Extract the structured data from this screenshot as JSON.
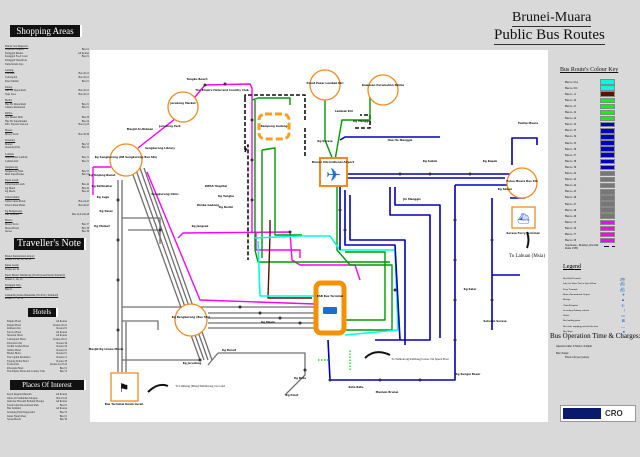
{
  "title": {
    "line1": "Brunei-Muara",
    "line2": "Public Bus Routes"
  },
  "left_panel": {
    "shopping_heading": "Shopping Areas",
    "shopping": [
      {
        "area": "Bandar Seri Begawan:",
        "items": [
          [
            "Yayasan Complex",
            "Bus 01"
          ],
          [
            "Kianggeh Market",
            "All Routes"
          ],
          [
            "Kianggeh Food Court",
            "Bus 01"
          ],
          [
            "Kianggeh Waterfront",
            ""
          ],
          [
            "Tamu Kitani Jaya",
            ""
          ]
        ]
      },
      {
        "area": "Gadong:",
        "items": [
          [
            "The Mall",
            "Bus 20,21"
          ],
          [
            "Centrepoint",
            "Bus 20,21"
          ],
          [
            "Pasar Malam",
            "Bus 01"
          ]
        ]
      },
      {
        "area": "Kiulap:",
        "items": [
          [
            "Hua Ho Department",
            "Bus 20,21"
          ],
          [
            "Supa Save",
            "Bus 20,21"
          ]
        ]
      },
      {
        "area": "Beribi:",
        "items": [
          [
            "Hua Ho Department",
            "Bus 01"
          ],
          [
            "Chinese Restaurant",
            "Bus 01"
          ]
        ]
      },
      {
        "area": "Rimba:",
        "items": [
          [
            "Ace Market Mall",
            "Bus 20"
          ],
          [
            "Hua Ho Supermarket",
            "Bus 24"
          ],
          [
            "KFC Express Seafood",
            "Bus 22,23"
          ]
        ]
      },
      {
        "area": "Muara:",
        "items": [
          [
            "Muara Town",
            "Bus 38,39"
          ]
        ]
      },
      {
        "area": "Jerudong:",
        "items": [
          [
            "Market",
            "Bus 55"
          ],
          [
            "Jerudong Park",
            "Bus 55"
          ]
        ]
      },
      {
        "area": "Lambak:",
        "items": [
          [
            "Supermarket Lambak",
            "Bus 21"
          ],
          [
            "Lambak Kiri",
            "Bus 21"
          ]
        ]
      },
      {
        "area": "Sengkurong:",
        "items": [
          [
            "Sengkurong Mall",
            "Bus 55"
          ],
          [
            "Mini Supermarket",
            "Bus 55"
          ]
        ]
      },
      {
        "area": "Kuala Lurah:",
        "items": [
          [
            "Tamu Kuala Lurah",
            "Bus 42"
          ],
          [
            "Kg Bunut",
            "Bus 42"
          ],
          [
            "Kg Masin",
            "Bus 42"
          ]
        ]
      },
      {
        "area": "Limau Manis:",
        "items": [
          [
            "Tamu Limau Manis",
            "Bus 44,45"
          ],
          [
            "Pasar Limau Manis",
            "Bus 46,47"
          ]
        ]
      },
      {
        "area": "Kg Bengkurong:",
        "items": [
          [
            "Bus Terminal",
            "Bus 42,43,46,48"
          ]
        ]
      },
      {
        "area": "Muara:",
        "items": [
          [
            "Muara Town",
            "Bus 37"
          ],
          [
            "Muara Beach",
            "Bus 38"
          ],
          [
            "Serasa",
            "Bus 39"
          ]
        ]
      }
    ],
    "travellers_heading": "Traveller's Note",
    "notes": [
      {
        "head": "Brunei International Airport:",
        "body": "Routes 23, 24, 34, 36, 38"
      },
      {
        "head": "Kuala Lurah:",
        "body": "Routes 42, 44"
      },
      {
        "head": "Kuala Brunei Temburong (Via Proposed Kuala Terminal):",
        "body": "Routes 1, 1A, 1C"
      },
      {
        "head": "Kianggeh Jetty:",
        "body": "Bus 01"
      },
      {
        "head": "Labuan/Kg Kuala Menunduk (Via Ferry Terminal):",
        "body": "Routes 37, 38, 39"
      }
    ],
    "hotels_heading": "Hotels",
    "hotels": [
      [
        "Empire Hotel",
        "All Routes"
      ],
      [
        "Rizqun Hotel",
        "Routes 20,21"
      ],
      [
        "Radisson Inn",
        "Routes 01"
      ],
      [
        "Terrace Hotel",
        "All Routes"
      ],
      [
        "Sheraton Hotel",
        "All Routes"
      ],
      [
        "Centrepoint Hotel",
        "Routes 20,21"
      ],
      [
        "Riverview Inn",
        "Routes 36"
      ],
      [
        "Orchid Garden Hotel",
        "Routes 20"
      ],
      [
        "Jubilee Hotel",
        "Routes 01"
      ],
      [
        "Brunei Hotel",
        "Routes 01"
      ],
      [
        "The Capital Residence",
        "Routes 21"
      ],
      [
        "Tanjong Pelita Hotel",
        "Routes 38"
      ],
      [
        "Traders Inn",
        "Routes 22,23,24"
      ],
      [
        "Riverside Hotel",
        "Bus 01"
      ],
      [
        "The Empire Hotel and Country Club",
        "Bus 55"
      ]
    ],
    "poi_heading": "Places Of Interest",
    "places": [
      [
        "Royal Regalia Museum",
        "All Routes"
      ],
      [
        "Omar Ali Saifuddien Mosque",
        "Bus 01,20"
      ],
      [
        "Jame'Asr Hassanil Bolkiah Mosque",
        "All Routes"
      ],
      [
        "Tasek Lama Recreational Park",
        "Bus 01"
      ],
      [
        "Bus Terminal",
        "All Routes"
      ],
      [
        "Jerudong Park Playground",
        "Bus 55"
      ],
      [
        "Istana Nurul Iman",
        "Bus 01"
      ],
      [
        "Serasa Beach",
        "Bus 39"
      ]
    ]
  },
  "colour_key": {
    "title": "Bus Route's Colour Key",
    "items": [
      {
        "label": "Bus no. 01A",
        "color": "#00ffdd"
      },
      {
        "label": "Bus no. 01C",
        "color": "#00ffdd"
      },
      {
        "label": "Bus no. 11",
        "color": "#5a1200"
      },
      {
        "label": "Bus no. 20",
        "color": "#00ff00"
      },
      {
        "label": "Bus no. 21",
        "color": "#00ff00"
      },
      {
        "label": "Bus no. 22",
        "color": "#00ff00"
      },
      {
        "label": "Bus no. 24",
        "color": "#00ff00"
      },
      {
        "label": "Bus no. 32",
        "color": "#0000bb"
      },
      {
        "label": "Bus no. 33",
        "color": "#0000bb"
      },
      {
        "label": "Bus no. 34",
        "color": "#0000bb"
      },
      {
        "label": "Bus no. 35",
        "color": "#0000bb"
      },
      {
        "label": "Bus no. 36",
        "color": "#0000bb"
      },
      {
        "label": "Bus no. 37",
        "color": "#0000bb"
      },
      {
        "label": "Bus no. 38",
        "color": "#0000bb"
      },
      {
        "label": "Bus no. 39",
        "color": "#0000bb"
      },
      {
        "label": "Bus no. 42",
        "color": "#777777"
      },
      {
        "label": "Bus no. 43",
        "color": "#777777"
      },
      {
        "label": "Bus no. 44",
        "color": "#777777"
      },
      {
        "label": "Bus no. 45",
        "color": "#777777"
      },
      {
        "label": "Bus no. 46",
        "color": "#777777"
      },
      {
        "label": "Bus no. 47",
        "color": "#777777"
      },
      {
        "label": "Bus no. 48",
        "color": "#777777"
      },
      {
        "label": "Bus no. 49",
        "color": "#777777"
      },
      {
        "label": "Bus no. 55",
        "color": "#ff00ff"
      },
      {
        "label": "Bus no. 56",
        "color": "#ff00ff"
      },
      {
        "label": "Bus no. 57",
        "color": "#ff00ff"
      },
      {
        "label": "Bus no. 58",
        "color": "#ff00ff"
      },
      {
        "label": "Stop Route - Mondays (Circular Route UTB)",
        "color": "dashed-black"
      }
    ]
  },
  "legend": {
    "title": "Legend",
    "items": [
      {
        "label": "Bus Hub/Terminal",
        "icon": "bus-icon",
        "glyph": "🚌"
      },
      {
        "label": "Jetty for Water Taxi or Speed Boat",
        "icon": "boat-icon",
        "glyph": "⛴"
      },
      {
        "label": "Ferry Terminal",
        "icon": "ferry-icon",
        "glyph": "⛴"
      },
      {
        "label": "Brunei International Airport",
        "icon": "airplane-icon",
        "glyph": "✈"
      },
      {
        "label": "Mosque",
        "icon": "mosque-icon",
        "glyph": "▲"
      },
      {
        "label": "Clinic/Hospital",
        "icon": "hospital-icon",
        "glyph": "☪"
      },
      {
        "label": "Secondary/Primary schools",
        "icon": "school-icon",
        "glyph": "!"
      },
      {
        "label": "Hotels",
        "icon": "hotel-icon",
        "glyph": "▭"
      },
      {
        "label": "Bus landing point",
        "icon": "bus-landing-icon",
        "glyph": "⊠"
      },
      {
        "label": "Bus route stopping point & direction",
        "icon": "stop-direction-icon",
        "glyph": "—"
      },
      {
        "label": "Bus Stops",
        "icon": "bus-stop-icon",
        "glyph": "●"
      }
    ]
  },
  "operation": {
    "title": "Bus Operation Time & Charges:",
    "time": "Operation time: 6.30am to 6.00pm",
    "charge_head": "Bus Charge:",
    "charge": "Fixed at $1 per journey"
  },
  "map": {
    "labels": {
      "jerudong": "Jerudong Market",
      "sengkurong": "Kg Sengkurong (KB Sengkurong Bus Stn)",
      "tungku": "Tungku Beach",
      "empire": "The Empire Hotel and Country Club",
      "jerudong_park": "Jerudong Park",
      "mosque_ar_ridwan": "Masjid Ar-Ridwan",
      "sengkurong_library": "Sengkurong Library",
      "kg_sengkurong_a": "Kg Tanjong Bunut",
      "kg_katimahar": "Kg Katimahar",
      "kg_lugu": "Kg Lugu",
      "kg_pasai": "Kg Pasai",
      "kg_mulaut": "Kg Mulaut",
      "sengkurong_clinic": "Sengkurong Clinic",
      "rimba": "Rimba Gadong",
      "gadong_circle": "Kampong Gadong",
      "kg_tungku": "Kg Tungku",
      "kg_beribi": "Kg Beribi",
      "kg_jangsak": "Kg Jangsak",
      "ripas": "RIPAS Hospital",
      "pusat_pasar": "Pusat Pasar Lambak Kiri",
      "rimba_circle": "Kawasan Perumahan Rimba",
      "lambak": "Lambak Kiri",
      "kg_mentiri": "Kg Manggis",
      "kg_serasa": "Kg Serasa",
      "hua_ho": "Hua Ho Manggis",
      "airport": "Brunei International Airport",
      "pulau_muara": "Pulau Muara Bus Stn",
      "pantai_muara": "Pantai Muara",
      "serasa_ferry": "Serasa Ferry Terminal",
      "to_labuan": "To Labuan (Msia)",
      "bus_terminal": "BSB Bus Terminal",
      "bengkurong_circle": "Kg Bengkurong (Bus Stn)",
      "kg_limau_manis": "Masjid Kg Limau Manis",
      "jln_kota_batu": "Kg Jerudong",
      "to_limbang": "To Limbang (Msia)/Temburong via Land",
      "to_temburong": "To Temburong/Limbang/Lawas Via Speed Boat",
      "kg_bunut": "Kg Bunut",
      "kg_pelet": "Kg Pelet",
      "kg_batu": "Kg Batu",
      "bus_terminal_sw": "Bus Terminal Kuala Lurah",
      "kota_batu": "Kota Batu",
      "muzium": "Muzium Brunei",
      "kg_sungai_besar": "Kg Sungai Besar",
      "kg_salar": "Kg Salar",
      "kg_sabun": "Kg Sabun",
      "kg_subok": "Kg Subok",
      "kg_kapok": "Kg Kapok",
      "serasa": "Sekolah Serasa",
      "jalan_manggis": "Jln Manggis",
      "kg_masin": "Kg Masin"
    }
  }
}
